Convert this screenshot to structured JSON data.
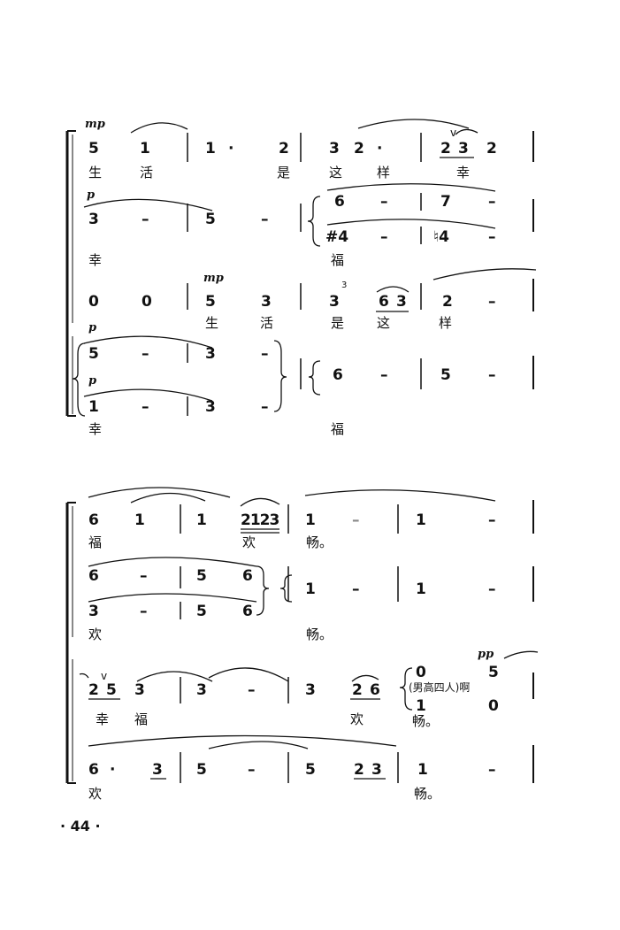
{
  "page_number": "· 44 ·",
  "system1": {
    "row1": {
      "dynamic": "mp",
      "notes": [
        "5",
        "1",
        "1",
        "·",
        "2",
        "3",
        "2",
        "·",
        "2",
        "3",
        "2"
      ],
      "breath": "v",
      "lyrics": [
        "生",
        "活",
        "是",
        "这",
        "样",
        "幸"
      ]
    },
    "row2": {
      "dynamic": "p",
      "notes_top": [
        "3",
        "–",
        "5",
        "–",
        "6",
        "–",
        "7",
        "–"
      ],
      "notes_bottom": [
        "#4",
        "–",
        "♮4",
        "–"
      ],
      "lyrics": [
        "幸",
        "福"
      ]
    },
    "row3": {
      "dynamic": "mp",
      "notes": [
        "0",
        "0",
        "5",
        "3",
        "3",
        "3",
        "6",
        "3",
        "2",
        "–"
      ],
      "grace": "3",
      "lyrics": [
        "生",
        "活",
        "是",
        "这",
        "样"
      ]
    },
    "row4": {
      "dynamic_top": "p",
      "dynamic_bottom": "p",
      "notes_top": [
        "5",
        "–",
        "3",
        "–"
      ],
      "notes_bottom": [
        "1",
        "–",
        "3",
        "–"
      ],
      "notes_right": [
        "6",
        "–",
        "5",
        "–"
      ],
      "lyrics": [
        "幸",
        "福"
      ]
    }
  },
  "system2": {
    "row1": {
      "notes": [
        "6",
        "1",
        "1",
        "2123",
        "1",
        "–",
        "1",
        "–"
      ],
      "lyrics": [
        "福",
        "欢",
        "畅。"
      ]
    },
    "row2": {
      "notes_top": [
        "6",
        "–",
        "5",
        "6",
        "1",
        "–",
        "1",
        "–"
      ],
      "notes_bottom": [
        "3",
        "–",
        "5",
        "6"
      ],
      "lyrics": [
        "欢",
        "畅。"
      ]
    },
    "row3": {
      "breath": "v",
      "notes": [
        "2",
        "5",
        "3",
        "3",
        "–",
        "3",
        "2",
        "6"
      ],
      "side_top": [
        "0",
        "5"
      ],
      "side_bottom": [
        "1",
        "0"
      ],
      "side_label": "(男高四人)啊",
      "dynamic": "pp",
      "lyrics": [
        "幸",
        "福",
        "欢",
        "畅。"
      ]
    },
    "row4": {
      "notes": [
        "6",
        "·",
        "3",
        "5",
        "–",
        "5",
        "2",
        "3",
        "1",
        "–"
      ],
      "lyrics": [
        "欢",
        "畅。"
      ]
    }
  }
}
